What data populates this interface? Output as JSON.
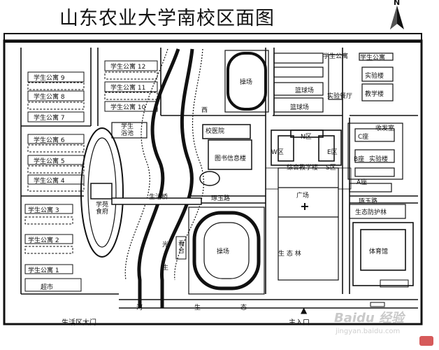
{
  "title": "山东农业大学南校区面图",
  "north": "N",
  "labels": {
    "dorm_12": "学生公寓 12",
    "dorm_11": "学生公寓 11",
    "dorm_10": "学生公寓 10",
    "dorm_9": "学生公寓 9",
    "dorm_8": "学生公寓 8",
    "dorm_7": "学生公寓 7",
    "dorm_6": "学生公寓 6",
    "dorm_5": "学生公寓 5",
    "dorm_4": "学生公寓 4",
    "dorm_3": "学生公寓 3",
    "dorm_2": "学生公寓 2",
    "dorm_1": "学生公寓 1",
    "dorm_ne": "学生公寓",
    "dorm_ne_2": "学生公寓",
    "supermarket": "超市",
    "bath": "学生\n浴池",
    "xueyuan_canteen": "学苑\n食府",
    "west": "西",
    "hospital": "校医院",
    "library": "图书信息楼",
    "bridge": "生活桥",
    "zhuoyu": "琢玉路",
    "playground_n": "操场",
    "playground_s": "操场",
    "basketball_1": "篮球场",
    "basketball_2": "篮球场",
    "exp_canteen": "实验餐厅",
    "lab": "实验楼",
    "teaching": "教学楼",
    "mail": "收发室",
    "n_zone": "N区",
    "w_zone": "W区",
    "e_zone": "E区",
    "s_zone": "S区",
    "complex": "综合教学楼",
    "square": "广场",
    "c_block": "C座",
    "b_block": "B座",
    "lab_b": "实验楼",
    "a_block": "A座",
    "zhuoyu_e": "琢玉路",
    "ecology_area": "生态防护林",
    "gym": "体育馆",
    "stand": "看\n台",
    "south_river": "河",
    "sheng_s": "生",
    "tai_s": "态",
    "life_gate": "生活区大门",
    "main_gate": "主入口",
    "gate_mark": "▲",
    "sheng_tai_mid": "生 态 林",
    "light": "光",
    "sheng_small": "生",
    "watermark": "Baidu 经验",
    "watermark_url": "jingyan.baidu.com"
  }
}
